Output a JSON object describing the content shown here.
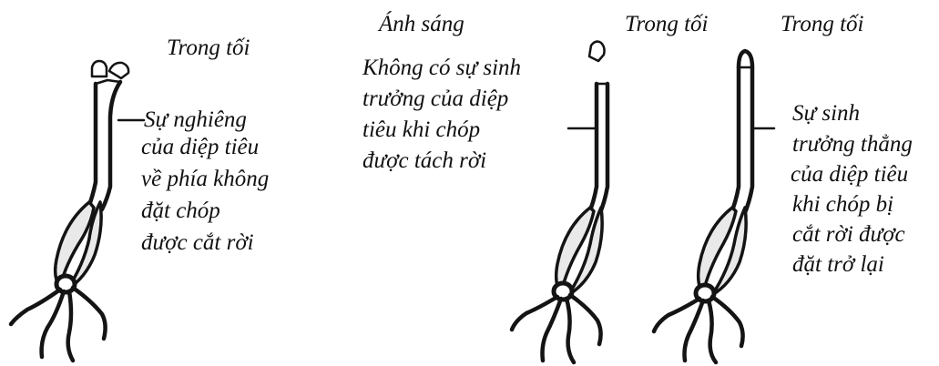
{
  "panels": [
    {
      "condition": "Trong tối",
      "caption_lines": [
        "Sự nghiêng",
        "của diệp tiêu",
        "về phía không",
        "đặt chóp",
        "được cắt rời"
      ]
    },
    {
      "condition": "Ánh sáng",
      "caption_lines": [
        "Không có sự sinh",
        "trưởng của diệp",
        "tiêu  khi chóp",
        "được tách  rời"
      ]
    },
    {
      "condition": "Trong tối",
      "caption_lines": []
    },
    {
      "condition": "Trong tối",
      "caption_lines": [
        "Sự sinh",
        "trưởng thẳng",
        "của diệp tiêu",
        "khi chóp bị",
        "cắt rời được",
        "đặt trở lại"
      ]
    }
  ],
  "colors": {
    "ink": "#141414",
    "background": "#ffffff"
  }
}
